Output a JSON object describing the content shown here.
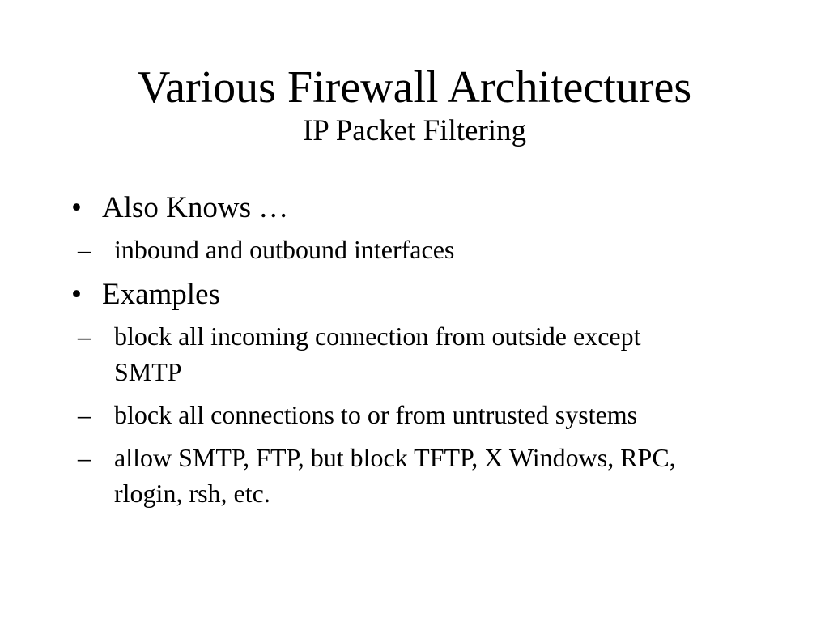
{
  "slide": {
    "title": "Various Firewall Architectures",
    "subtitle": "IP Packet Filtering",
    "bullets": [
      {
        "marker": "•",
        "text": "Also Knows …",
        "subitems": [
          {
            "marker": "–",
            "text": "inbound and outbound interfaces"
          }
        ]
      },
      {
        "marker": "•",
        "text": "Examples",
        "subitems": [
          {
            "marker": "–",
            "text": "block all incoming connection from outside except SMTP"
          },
          {
            "marker": "–",
            "text": "block all connections to or from untrusted systems"
          },
          {
            "marker": "–",
            "text": "allow SMTP, FTP, but block TFTP, X Windows, RPC, rlogin, rsh, etc."
          }
        ]
      }
    ]
  }
}
